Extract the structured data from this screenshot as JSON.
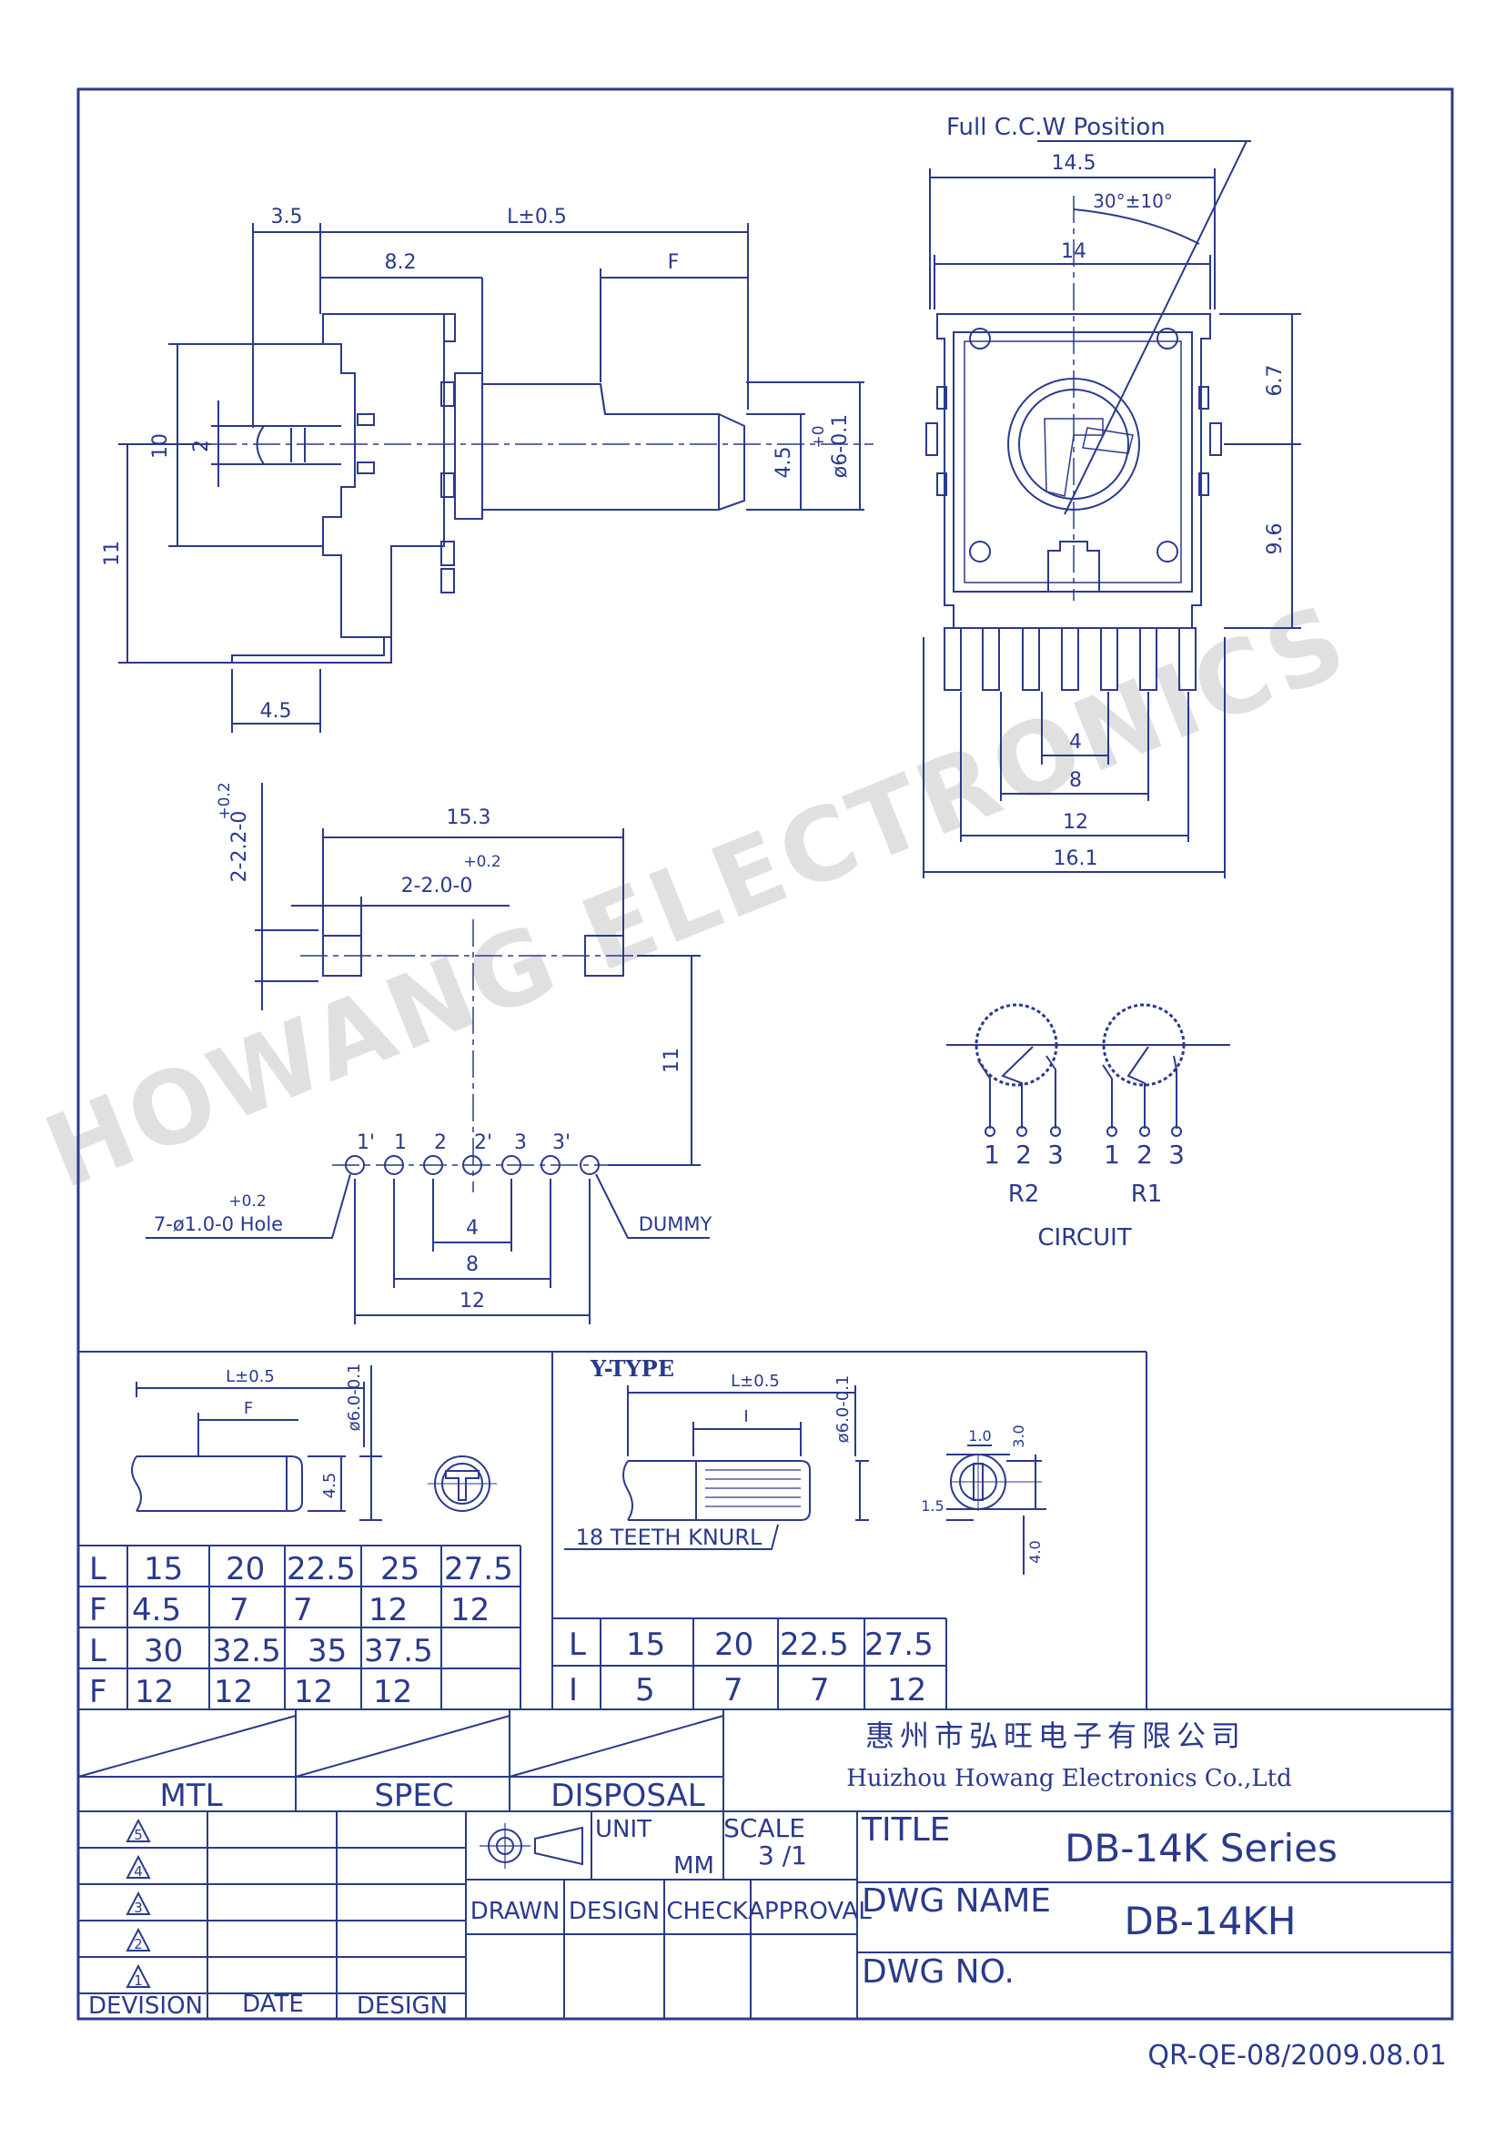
{
  "drawing": {
    "top_label": "Full C.C.W Position",
    "watermark": "HOWANG ELECTRONICS",
    "side_view": {
      "d_3_5": "3.5",
      "d_l": "L±0.5",
      "d_8_2": "8.2",
      "d_f": "F",
      "d_10": "10",
      "d_2": "2",
      "d_11": "11",
      "d_4_5": "4.5",
      "d_shaft_4_5": "4.5",
      "d_tol": "+0",
      "d_dia": "ø6-0.1"
    },
    "front_view": {
      "d_14_5": "14.5",
      "d_angle": "30°±10°",
      "d_14": "14",
      "d_6_7": "6.7",
      "d_9_6": "9.6",
      "d_4": "4",
      "d_8": "8",
      "d_12": "12",
      "d_16_1": "16.1"
    },
    "pcb": {
      "pad_tol": "+0.2",
      "pad_dim": "2-2.2-0",
      "d_15_3": "15.3",
      "pad2_tol": "+0.2",
      "pad2_dim": "2-2.0-0",
      "d_11": "11",
      "pin_labels": [
        "1'",
        "1",
        "2",
        "2'",
        "3",
        "3'"
      ],
      "hole_tol": "+0.2",
      "hole_label": "7-ø1.0-0 Hole",
      "dummy": "DUMMY",
      "d_4": "4",
      "d_8": "8",
      "d_12": "12"
    },
    "circuit": {
      "r2_pins": [
        "1",
        "2",
        "3"
      ],
      "r1_pins": [
        "1",
        "2",
        "3"
      ],
      "r2": "R2",
      "r1": "R1",
      "caption": "CIRCUIT"
    }
  },
  "f_type": {
    "d_l": "L±0.5",
    "d_f": "F",
    "d_dia": "ø6.0-0.1",
    "d_4_5": "4.5",
    "table": {
      "rows": [
        {
          "h": "L",
          "c": [
            "15",
            "20",
            "22.5",
            "25",
            "27.5"
          ]
        },
        {
          "h": "F",
          "c": [
            "4.5",
            "7",
            "7",
            "12",
            "12"
          ]
        },
        {
          "h": "L",
          "c": [
            "30",
            "32.5",
            "35",
            "37.5",
            ""
          ]
        },
        {
          "h": "F",
          "c": [
            "12",
            "12",
            "12",
            "12",
            ""
          ]
        }
      ]
    }
  },
  "y_type": {
    "title": "Y-TYPE",
    "d_l": "L±0.5",
    "d_i": "I",
    "d_dia": "ø6.0-0.1",
    "knurl": "18 TEETH KNURL",
    "d_1_0": "1.0",
    "d_3_0": "3.0",
    "d_1_5": "1.5",
    "d_4_0": "4.0",
    "table": {
      "rows": [
        {
          "h": "L",
          "c": [
            "15",
            "20",
            "22.5",
            "27.5"
          ]
        },
        {
          "h": "I",
          "c": [
            "5",
            "7",
            "7",
            "12"
          ]
        }
      ]
    }
  },
  "title_block": {
    "company_cn": "惠州市弘旺电子有限公司",
    "company_en": "Huizhou Howang Electronics Co.,Ltd",
    "mtl": "MTL",
    "spec": "SPEC",
    "disposal": "DISPOSAL",
    "revisions": [
      "5",
      "4",
      "3",
      "2",
      "1"
    ],
    "devision": "DEVISION",
    "date": "DATE",
    "design": "DESIGN",
    "unit": "UNIT",
    "mm": "MM",
    "scale": "SCALE",
    "scale_value": "3 /1",
    "drawn": "DRAWN",
    "design2": "DESIGN",
    "check": "CHECK",
    "approval": "APPROVAL",
    "title_label": "TITLE",
    "title_value": "DB-14K  Series",
    "dwg_name_label": "DWG  NAME",
    "dwg_name_value": "DB-14KH",
    "dwg_no_label": "DWG  NO."
  },
  "footer_code": "QR-QE-08/2009.08.01",
  "colors": {
    "line": "#2a3a8c",
    "background": "#ffffff",
    "watermark": "#bdbdbd"
  }
}
